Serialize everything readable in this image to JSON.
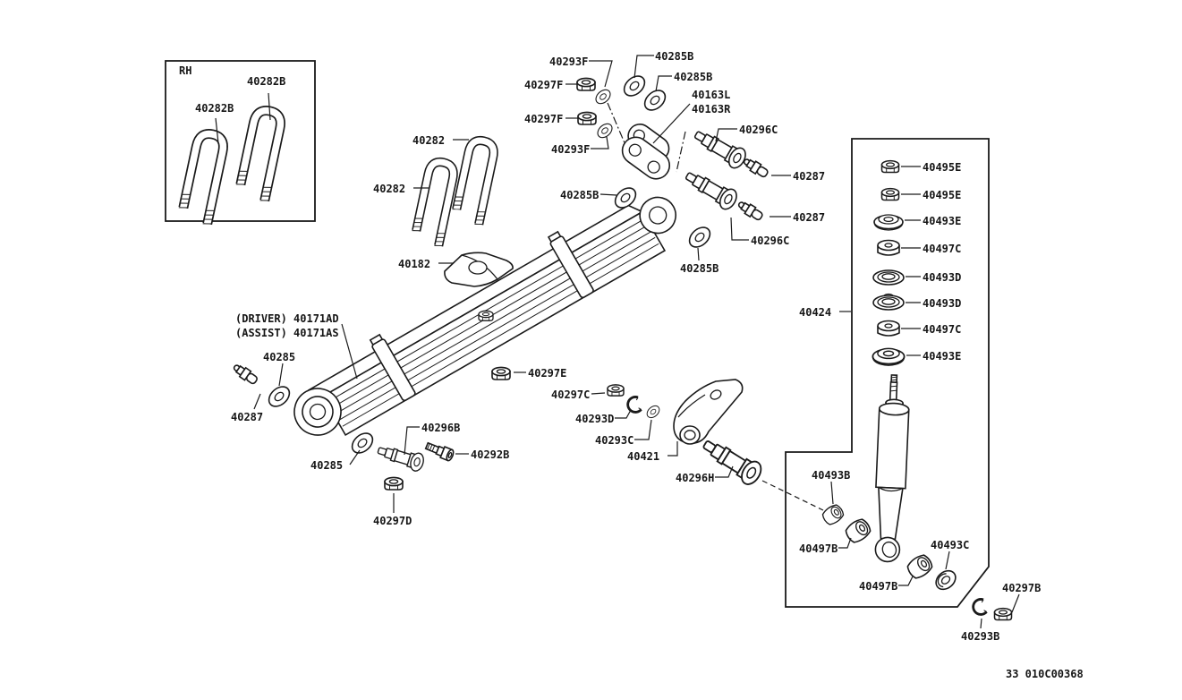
{
  "diagram": {
    "inset_corner_label": "RH",
    "footer_code": "33 010C00368"
  },
  "labels": [
    {
      "text": "RH"
    },
    {
      "text": "40282B"
    },
    {
      "text": "40282B"
    },
    {
      "text": "40293F"
    },
    {
      "text": "40297F"
    },
    {
      "text": "40297F"
    },
    {
      "text": "40293F"
    },
    {
      "text": "40285B"
    },
    {
      "text": "40285B"
    },
    {
      "text": "40163L"
    },
    {
      "text": "40163R"
    },
    {
      "text": "40296C"
    },
    {
      "text": "40287"
    },
    {
      "text": "40287"
    },
    {
      "text": "40296C"
    },
    {
      "text": "40285B"
    },
    {
      "text": "40282"
    },
    {
      "text": "40282"
    },
    {
      "text": "40285B"
    },
    {
      "text": "40182"
    },
    {
      "text": "(DRIVER) 40171AD"
    },
    {
      "text": "(ASSIST) 40171AS"
    },
    {
      "text": "40285"
    },
    {
      "text": "40287"
    },
    {
      "text": "40285"
    },
    {
      "text": "40296B"
    },
    {
      "text": "40292B"
    },
    {
      "text": "40297D"
    },
    {
      "text": "40297E"
    },
    {
      "text": "40297C"
    },
    {
      "text": "40293D"
    },
    {
      "text": "40293C"
    },
    {
      "text": "40421"
    },
    {
      "text": "40296H"
    },
    {
      "text": "40424"
    },
    {
      "text": "40495E"
    },
    {
      "text": "40495E"
    },
    {
      "text": "40493E"
    },
    {
      "text": "40497C"
    },
    {
      "text": "40493D"
    },
    {
      "text": "40493D"
    },
    {
      "text": "40497C"
    },
    {
      "text": "40493E"
    },
    {
      "text": "40493B"
    },
    {
      "text": "40497B"
    },
    {
      "text": "40497B"
    },
    {
      "text": "40493C"
    },
    {
      "text": "40297B"
    },
    {
      "text": "40293B"
    }
  ]
}
